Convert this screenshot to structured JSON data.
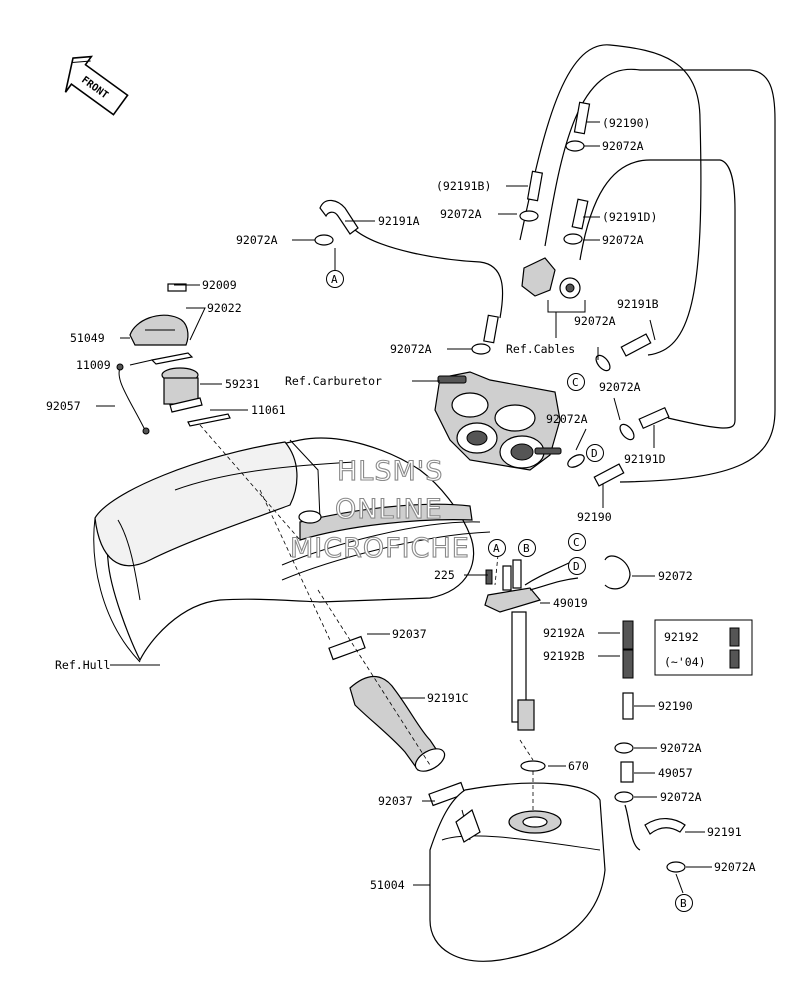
{
  "watermark": [
    "HLSM'S",
    "ONLINE",
    "MICROFICHE"
  ],
  "front_arrow": "FRONT",
  "labels": {
    "p92190_top": "(92190)",
    "p92072a_1": "92072A",
    "p92191b_paren": "(92191B)",
    "p92072a_2": "92072A",
    "p92191d_paren": "(92191D)",
    "p92191a": "92191A",
    "p92072a_3": "92072A",
    "p92072a_4": "92072A",
    "p92009": "92009",
    "p92022": "92022",
    "p51049": "51049",
    "p11009": "11009",
    "p59231": "59231",
    "p92057": "92057",
    "p11061": "11061",
    "p92072a_5": "92072A",
    "ref_carburetor": "Ref.Carburetor",
    "ref_cables": "Ref.Cables",
    "p92191b": "92191B",
    "p92072a_6": "92072A",
    "p92072a_7": "92072A",
    "p92072a_8": "92072A",
    "p92191d": "92191D",
    "p92190_mid": "92190",
    "p225": "225",
    "p92072": "92072",
    "p49019": "49019",
    "p92037_top": "92037",
    "ref_hull": "Ref.Hull",
    "p92192a": "92192A",
    "p92192b": "92192B",
    "box_92192": "92192",
    "box_note": "(~'04)",
    "p92191c": "92191C",
    "p92190_low": "92190",
    "p92072a_9": "92072A",
    "p670": "670",
    "p49057": "49057",
    "p92037_bot": "92037",
    "p92072a_10": "92072A",
    "p92191": "92191",
    "p51004": "51004",
    "p92072a_11": "92072A"
  },
  "circles": {
    "a_left": "A",
    "c_mid": "C",
    "d_mid": "D",
    "a_tap": "A",
    "b_tap": "B",
    "c_tap": "C",
    "d_tap": "D",
    "b_bottom": "B"
  }
}
